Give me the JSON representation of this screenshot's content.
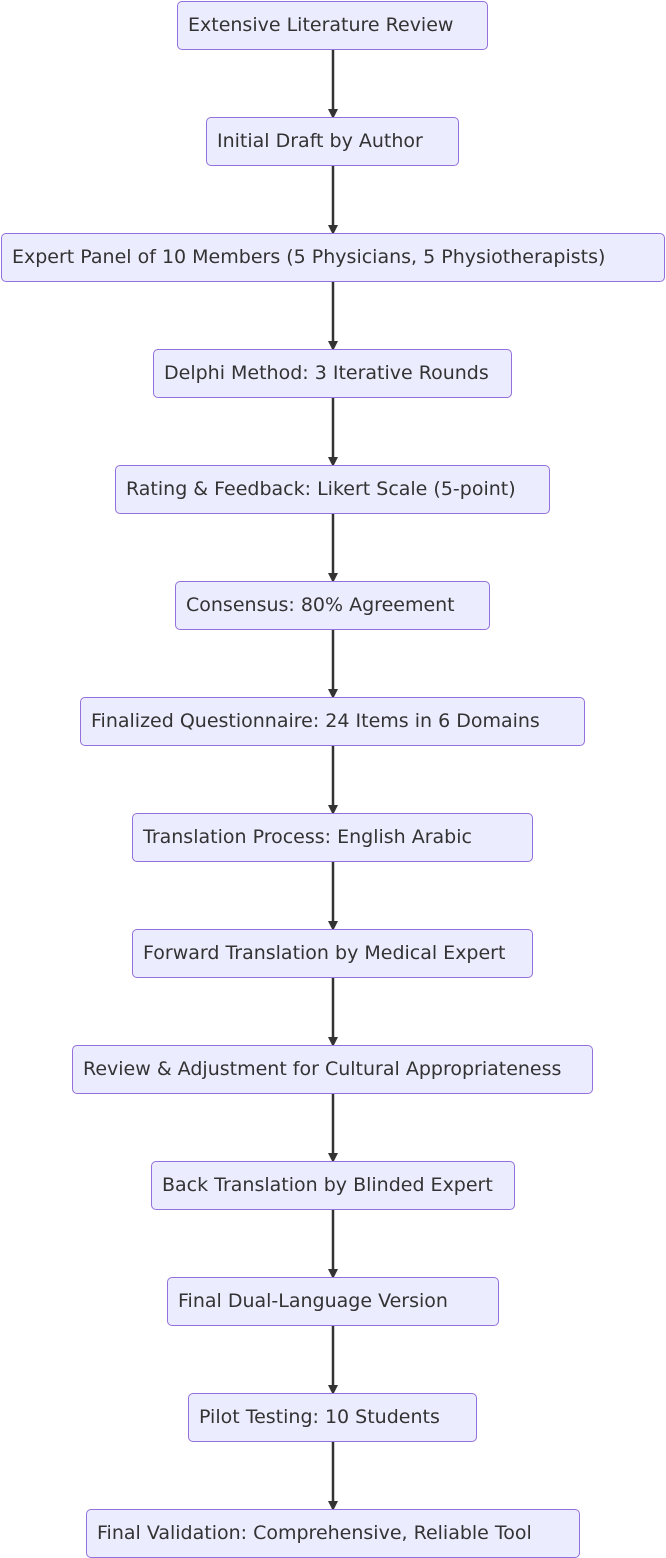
{
  "diagram": {
    "type": "flowchart",
    "direction": "top-to-bottom",
    "colors": {
      "node_fill": "#ececff",
      "node_border": "#9370db",
      "text": "#333333",
      "edge": "#333333"
    },
    "nodes": [
      {
        "id": "n1",
        "label": "Extensive Literature Review"
      },
      {
        "id": "n2",
        "label": "Initial Draft by Author"
      },
      {
        "id": "n3",
        "label": "Expert Panel of 10 Members (5 Physicians, 5 Physiotherapists)"
      },
      {
        "id": "n4",
        "label": "Delphi Method: 3 Iterative Rounds"
      },
      {
        "id": "n5",
        "label": "Rating & Feedback: Likert Scale (5-point)"
      },
      {
        "id": "n6",
        "label": "Consensus: 80% Agreement"
      },
      {
        "id": "n7",
        "label": "Finalized Questionnaire: 24 Items in 6 Domains"
      },
      {
        "id": "n8",
        "label": "Translation Process: English    Arabic"
      },
      {
        "id": "n9",
        "label": "Forward Translation by Medical Expert"
      },
      {
        "id": "n10",
        "label": "Review & Adjustment for Cultural Appropriateness"
      },
      {
        "id": "n11",
        "label": "Back Translation by Blinded Expert"
      },
      {
        "id": "n12",
        "label": "Final Dual-Language Version"
      },
      {
        "id": "n13",
        "label": "Pilot Testing: 10 Students"
      },
      {
        "id": "n14",
        "label": "Final Validation: Comprehensive, Reliable Tool"
      }
    ],
    "edges": [
      {
        "from": "n1",
        "to": "n2"
      },
      {
        "from": "n2",
        "to": "n3"
      },
      {
        "from": "n3",
        "to": "n4"
      },
      {
        "from": "n4",
        "to": "n5"
      },
      {
        "from": "n5",
        "to": "n6"
      },
      {
        "from": "n6",
        "to": "n7"
      },
      {
        "from": "n7",
        "to": "n8"
      },
      {
        "from": "n8",
        "to": "n9"
      },
      {
        "from": "n9",
        "to": "n10"
      },
      {
        "from": "n10",
        "to": "n11"
      },
      {
        "from": "n11",
        "to": "n12"
      },
      {
        "from": "n12",
        "to": "n13"
      },
      {
        "from": "n13",
        "to": "n14"
      }
    ]
  }
}
